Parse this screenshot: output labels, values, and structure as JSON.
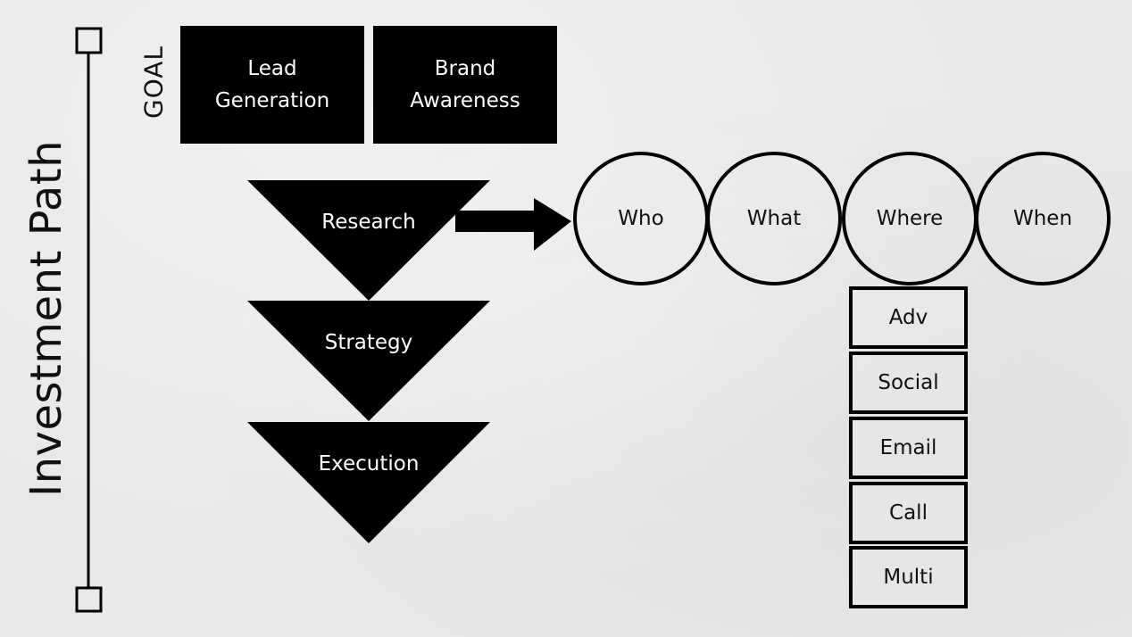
{
  "title": "Investment Path",
  "goal": {
    "label": "GOAL",
    "boxes": [
      {
        "line1": "Lead",
        "line2": "Generation"
      },
      {
        "line1": "Brand",
        "line2": "Awareness"
      }
    ]
  },
  "funnel": [
    "Research",
    "Strategy",
    "Execution"
  ],
  "questions": [
    "Who",
    "What",
    "Where",
    "When"
  ],
  "channels": [
    "Adv",
    "Social",
    "Email",
    "Call",
    "Multi"
  ],
  "colors": {
    "ink": "#000000",
    "background": "#e8e8e8",
    "text_on_dark": "#ffffff"
  }
}
